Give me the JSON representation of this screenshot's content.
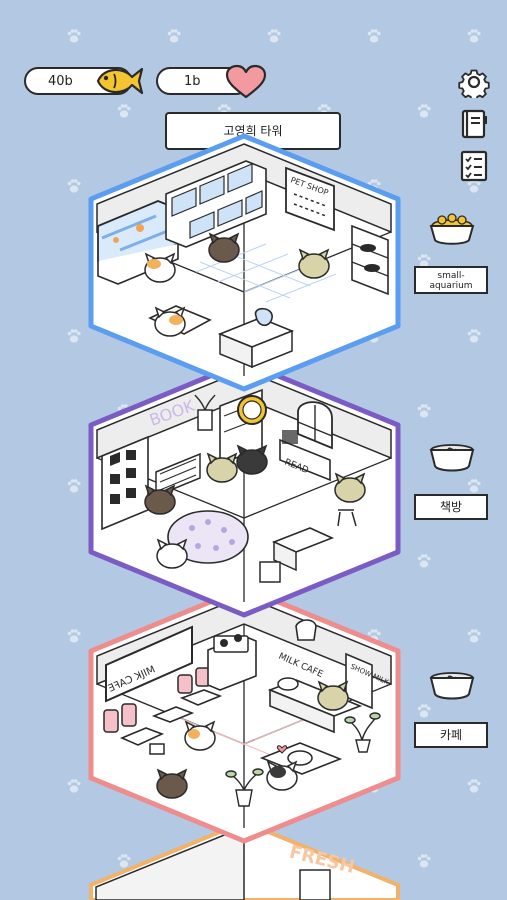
{
  "resources": {
    "fish": {
      "amount": "40b",
      "icon": "fish-icon"
    },
    "hearts": {
      "amount": "1b",
      "icon": "heart-icon"
    }
  },
  "tower": {
    "name": "고영희 타워"
  },
  "toolbar": {
    "icons": [
      "gear-icon",
      "book-icon",
      "checklist-icon"
    ]
  },
  "floors": [
    {
      "room_label": "small-\naquarium",
      "food_icon": "full-bowl-icon",
      "border_color": "#5b9df0",
      "signs": {
        "menu": "PET SHOP"
      }
    },
    {
      "room_label": "책방",
      "food_icon": "empty-bowl-icon",
      "border_color": "#7a5cc4",
      "signs": {
        "book": "BOOK",
        "read": "READ"
      }
    },
    {
      "room_label": "카페",
      "food_icon": "empty-bowl-icon",
      "border_color": "#ef8c8c",
      "signs": {
        "mirror": "MILK CAFE",
        "milk": "MILK CAFE",
        "board": "SHOW MILK"
      }
    },
    {
      "room_label": "",
      "food_icon": "",
      "border_color": "#f2b26a",
      "signs": {
        "fresh": "FRESH"
      }
    }
  ],
  "colors": {
    "background": "#b3c8e2",
    "aquarium": "#5b9df0",
    "bookstore": "#7a5cc4",
    "cafe": "#ef8c8c",
    "market": "#f2b26a"
  }
}
